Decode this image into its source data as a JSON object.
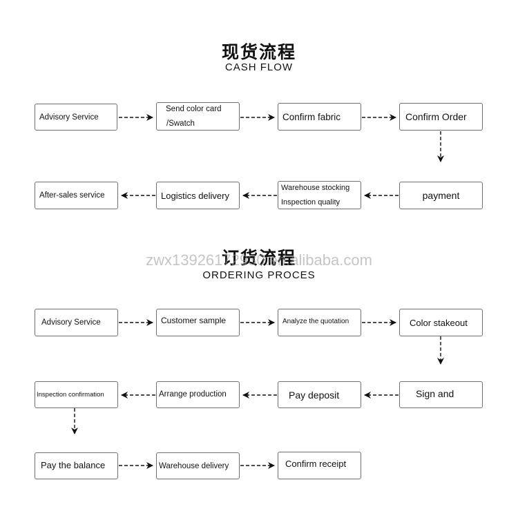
{
  "sections": {
    "cash": {
      "title_cn": "现货流程",
      "title_en": "CASH FLOW",
      "steps": {
        "advisory": "Advisory Service",
        "color_card_1": "Send color card",
        "color_card_2": "/Swatch",
        "confirm_fabric": "Confirm fabric",
        "confirm_order": "Confirm Order",
        "payment": "payment",
        "warehouse_1": "Warehouse stocking",
        "warehouse_2": "Inspection quality",
        "logistics": "Logistics delivery",
        "after_sales": "After-sales service"
      }
    },
    "order": {
      "title_cn": "订货流程",
      "title_en": "ORDERING PROCES",
      "steps": {
        "advisory": "Advisory Service",
        "customer_sample": "Customer sample",
        "analyze": "Analyze the quotation",
        "color_stakeout": "Color stakeout",
        "sign": "Sign and",
        "pay_deposit": "Pay deposit",
        "arrange": "Arrange production",
        "inspection": "Inspection confirmation",
        "pay_balance": "Pay the balance",
        "warehouse_delivery": "Warehouse delivery",
        "confirm_receipt": "Confirm receipt"
      }
    }
  },
  "watermark": "zwx13926172930.en.alibaba.com",
  "colors": {
    "border": "#6f6f6f",
    "arrow": "#111111",
    "text": "#111111"
  }
}
